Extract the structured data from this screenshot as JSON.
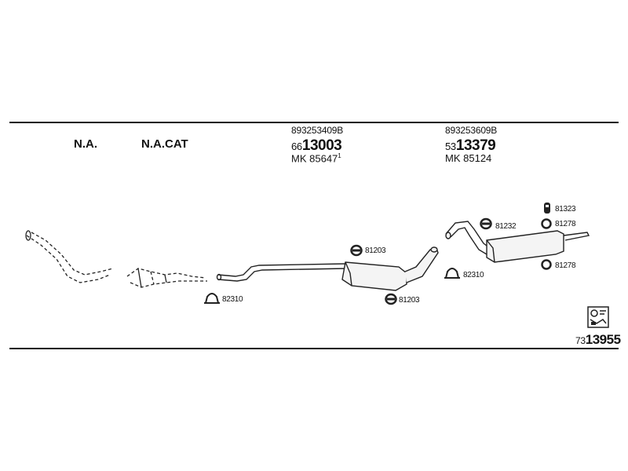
{
  "labels": {
    "na": "N.A.",
    "na_cat": "N.A.CAT"
  },
  "front_silencer": {
    "oe_number": "893253409B",
    "ref_prefix": "66",
    "ref_main": "13003",
    "mk_prefix": "MK",
    "mk_number": "85647",
    "mk_note": "1"
  },
  "rear_silencer": {
    "oe_number": "893253609B",
    "ref_prefix": "53",
    "ref_main": "13379",
    "mk_prefix": "MK",
    "mk_number": "85124"
  },
  "parts": {
    "clamp_1": "82310",
    "clamp_2": "82310",
    "ring_mid_top": "81203",
    "ring_mid_bottom": "81203",
    "ring_rear": "81232",
    "hanger_top": "81323",
    "ring_right_1": "81278",
    "ring_right_2": "81278"
  },
  "kit": {
    "prefix": "73",
    "main": "13955",
    "icon": "kit-box-icon"
  }
}
